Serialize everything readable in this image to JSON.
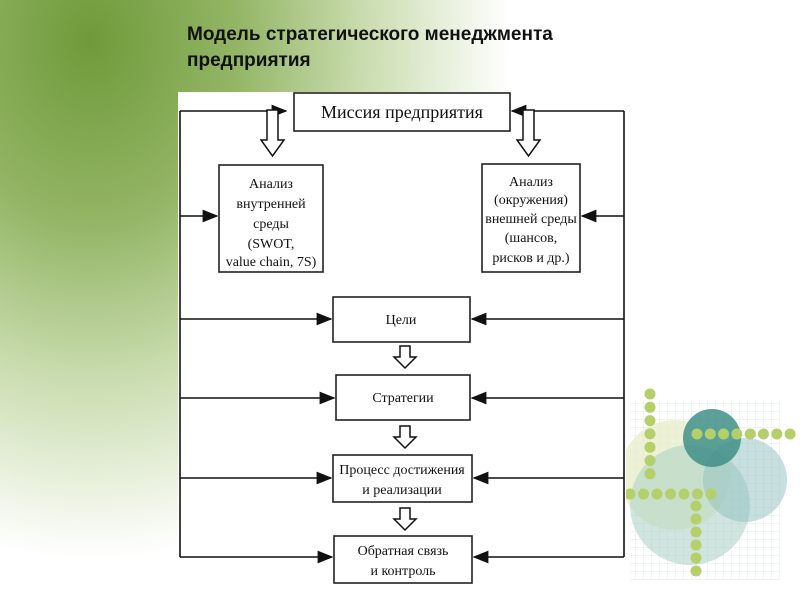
{
  "title": "Модель стратегического менеджмента предприятия",
  "diagram": {
    "mission": "Миссия предприятия",
    "internal": [
      "Анализ",
      "внутренней",
      "среды",
      "(SWOT,",
      "value chain, 7S)"
    ],
    "external": [
      "Анализ",
      "(окружения)",
      "внешней среды",
      "(шансов,",
      "рисков и др.)"
    ],
    "goals": "Цели",
    "strategies": "Стратегии",
    "process": [
      "Процесс достижения",
      "и реализации"
    ],
    "feedback": [
      "Обратная связь",
      "и контроль"
    ]
  },
  "colors": {
    "accent_green": "#6f9a3a",
    "dots": "#b5cf6a",
    "teal": "#3f8f88"
  }
}
